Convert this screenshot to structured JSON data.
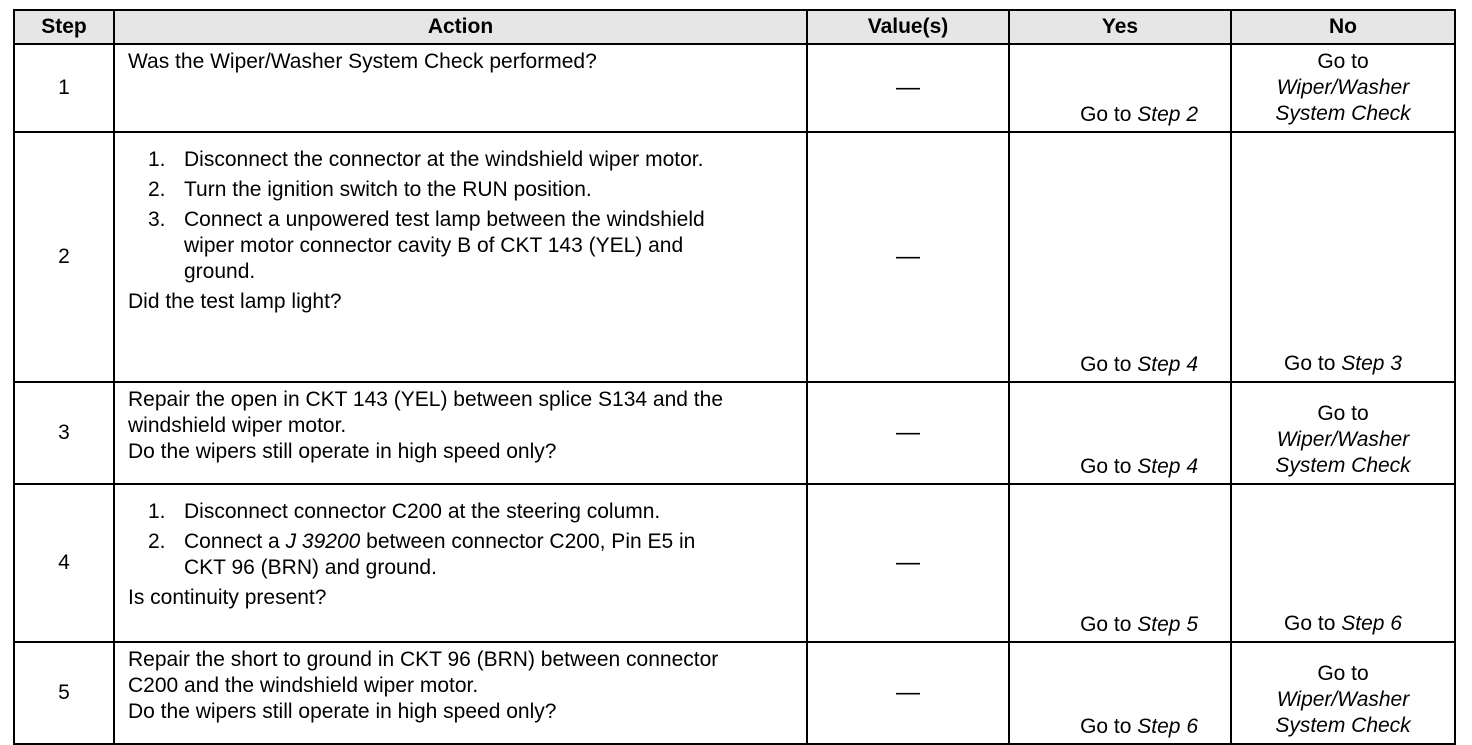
{
  "headers": {
    "step": "Step",
    "action": "Action",
    "values": "Value(s)",
    "yes": "Yes",
    "no": "No"
  },
  "rows": [
    {
      "step": "1",
      "action_text": "Was the Wiper/Washer System Check performed?",
      "value": "—",
      "yes_prefix": "Go to ",
      "yes_ref": "Step 2",
      "no_prefix": "Go to",
      "no_ref_1": "Wiper/Washer",
      "no_ref_2": "System Check"
    },
    {
      "step": "2",
      "sub_items": [
        {
          "num": "1.",
          "text": "Disconnect the connector at the windshield wiper motor."
        },
        {
          "num": "2.",
          "text": "Turn the ignition switch to the RUN position."
        },
        {
          "num": "3.",
          "text": "Connect a unpowered test lamp between the windshield wiper motor connector cavity B of CKT 143 (YEL) and ground."
        }
      ],
      "question": "Did the test lamp light?",
      "value": "—",
      "yes_prefix": "Go to ",
      "yes_ref": "Step 4",
      "no_prefix": "Go to ",
      "no_ref": "Step 3"
    },
    {
      "step": "3",
      "action_text": "Repair the open in CKT 143 (YEL) between splice S134 and the windshield wiper motor.",
      "question": "Do the wipers still operate in high speed only?",
      "value": "—",
      "yes_prefix": "Go to ",
      "yes_ref": "Step 4",
      "no_prefix": "Go to",
      "no_ref_1": "Wiper/Washer",
      "no_ref_2": "System Check"
    },
    {
      "step": "4",
      "sub_items": [
        {
          "num": "1.",
          "text": "Disconnect connector C200 at the steering column."
        },
        {
          "num": "2.",
          "text_pre": "Connect a ",
          "text_em": "J 39200",
          "text_post": " between connector C200, Pin E5 in CKT 96 (BRN) and ground."
        }
      ],
      "question": "Is continuity present?",
      "value": "—",
      "yes_prefix": "Go to ",
      "yes_ref": "Step 5",
      "no_prefix": "Go to ",
      "no_ref": "Step 6"
    },
    {
      "step": "5",
      "action_text": "Repair the short to ground in CKT 96 (BRN) between connector C200 and the windshield wiper motor.",
      "question": "Do the wipers still operate in high speed only?",
      "value": "—",
      "yes_prefix": "Go to ",
      "yes_ref": "Step 6",
      "no_prefix": "Go to",
      "no_ref_1": "Wiper/Washer",
      "no_ref_2": "System Check"
    }
  ]
}
